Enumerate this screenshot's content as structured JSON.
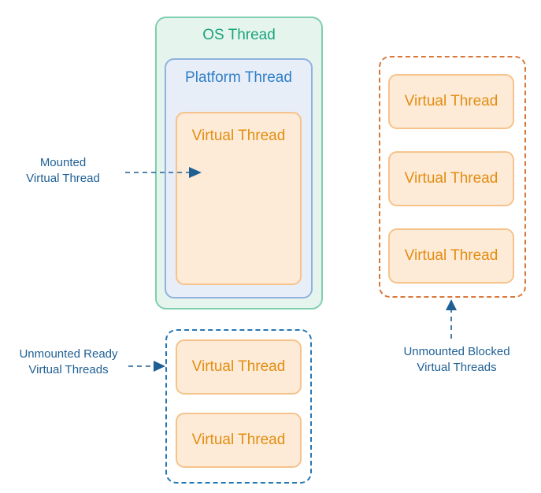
{
  "os_thread": {
    "title": "OS Thread"
  },
  "platform_thread": {
    "title": "Platform Thread"
  },
  "mounted": {
    "virtual_thread_label": "Virtual Thread",
    "caption_line1": "Mounted",
    "caption_line2": "Virtual Thread"
  },
  "ready": {
    "caption_line1": "Unmounted Ready",
    "caption_line2": "Virtual Threads",
    "threads": [
      "Virtual Thread",
      "Virtual Thread"
    ]
  },
  "blocked": {
    "caption_line1": "Unmounted Blocked",
    "caption_line2": "Virtual Threads",
    "threads": [
      "Virtual Thread",
      "Virtual Thread",
      "Virtual Thread"
    ]
  },
  "colors": {
    "os_border": "#7fcfae",
    "platform_border": "#8fb3de",
    "virtual_thread_text": "#e38d12",
    "ready_dash": "#2477b5",
    "blocked_dash": "#d9773a",
    "arrow": "#1e5f94"
  }
}
